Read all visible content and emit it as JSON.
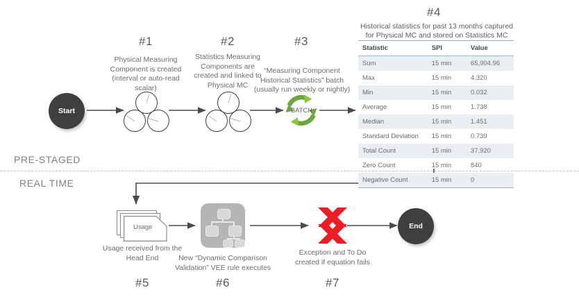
{
  "bands": {
    "pre_staged": "PRE-STAGED",
    "real_time": "REAL TIME"
  },
  "terminators": {
    "start": "Start",
    "end": "End"
  },
  "steps": [
    {
      "id": "step-1",
      "number": "#1",
      "description": "Physical Measuring Component is created (interval  or auto-read scalar)",
      "icon": "gauge-cluster-icon"
    },
    {
      "id": "step-2",
      "number": "#2",
      "description": "Statistics Measuring Components are created and linked to Physical MC",
      "icon": "gauge-cluster-icon"
    },
    {
      "id": "step-3",
      "number": "#3",
      "description": "“Measuring Component Historical Statistics” batch (usually run weekly or nightly)",
      "icon": "batch-cycle-icon",
      "icon_label": "BATCH"
    },
    {
      "id": "step-4",
      "number": "#4",
      "description": "Historical statistics for past 13 months captured for Physical MC and stored on Statistics MC",
      "icon": "statistics-table"
    },
    {
      "id": "step-5",
      "number": "#5",
      "description": "Usage received from the Head End",
      "icon": "usage-documents-icon",
      "icon_label": "Usage"
    },
    {
      "id": "step-6",
      "number": "#6",
      "description": "New “Dynamic Comparison Validation” VEE rule executes",
      "icon": "vee-rule-icon"
    },
    {
      "id": "step-7",
      "number": "#7",
      "description": "Exception and To Do created if equation fails",
      "icon": "red-x-icon"
    }
  ],
  "stats_table": {
    "title_line1": "Historical statistics for past 13 months captured",
    "title_line2": "for Physical MC and stored on Statistics MC",
    "columns": [
      "Statistic",
      "SPI",
      "Value"
    ],
    "rows": [
      [
        "Sum",
        "15 min",
        "65,904.96"
      ],
      [
        "Max",
        "15 min",
        "4.320"
      ],
      [
        "Min",
        "15 min",
        "0.032"
      ],
      [
        "Average",
        "15 min",
        "1.738"
      ],
      [
        "Median",
        "15 min",
        "1.451"
      ],
      [
        "Standard Deviation",
        "15 min",
        "0.739"
      ],
      [
        "Total Count",
        "15 min",
        "37,920"
      ],
      [
        "Zero Count",
        "15 min",
        "840"
      ],
      [
        "Negative Count",
        "15 min",
        "0"
      ]
    ]
  },
  "colors": {
    "terminator_fill": "#3f3f3f",
    "batch_green": "#7ab648",
    "error_red": "#ee1c25",
    "table_rule": "#9fb3bf",
    "table_alt_row": "#e8eef1",
    "connector": "#4a4a4a",
    "divider": "#c2c2c2",
    "text": "#6d6d6d",
    "vee_gray": "#b5b5b5"
  }
}
